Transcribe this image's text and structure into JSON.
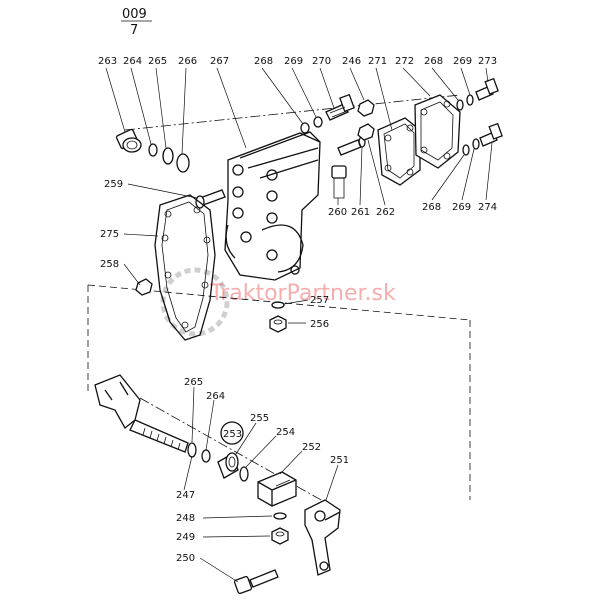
{
  "header": {
    "page": "009",
    "sub": "7"
  },
  "watermark": "TraktorPartner.sk",
  "callouts": {
    "c263": "263",
    "c264a": "264",
    "c265a": "265",
    "c266": "266",
    "c267": "267",
    "c268a": "268",
    "c269a": "269",
    "c270": "270",
    "c246": "246",
    "c271": "271",
    "c272": "272",
    "c268b": "268",
    "c269b": "269",
    "c273": "273",
    "c259": "259",
    "c260": "260",
    "c261": "261",
    "c262": "262",
    "c268c": "268",
    "c269c": "269",
    "c274": "274",
    "c275": "275",
    "c258": "258",
    "c257": "257",
    "c256": "256",
    "c265b": "265",
    "c264b": "264",
    "c253": "253",
    "c255": "255",
    "c254": "254",
    "c252": "252",
    "c251": "251",
    "c247": "247",
    "c248": "248",
    "c249": "249",
    "c250": "250"
  }
}
